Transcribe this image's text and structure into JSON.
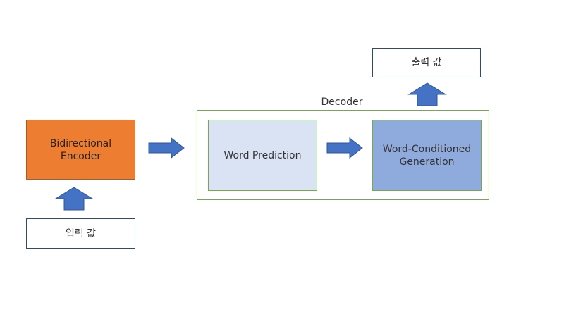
{
  "output": {
    "label": "출력 값"
  },
  "input": {
    "label": "입력 값"
  },
  "encoder": {
    "label": "Bidirectional\nEncoder"
  },
  "decoder": {
    "title": "Decoder",
    "word_prediction": "Word Prediction",
    "word_conditioned": "Word-Conditioned\nGeneration"
  },
  "colors": {
    "encoder_fill": "#ed7d31",
    "word_prediction_fill": "#dae3f3",
    "word_conditioned_fill": "#8faadc",
    "decoder_border": "#70ad47",
    "arrow_fill": "#4472c4"
  }
}
